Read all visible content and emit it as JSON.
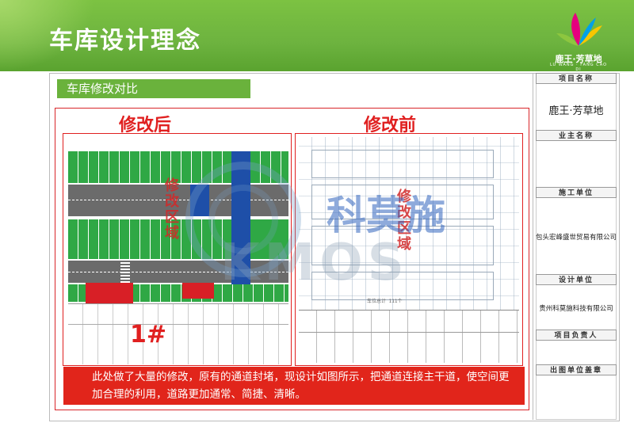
{
  "header": {
    "title": "车库设计理念"
  },
  "logo": {
    "name": "鹿王·芳草地",
    "sub": "LU WANG · FANG CAO DI"
  },
  "section": {
    "label": "车库修改对比"
  },
  "panels": {
    "after": {
      "title": "修改后",
      "area_label": "修改区域",
      "building_no": "1#"
    },
    "before": {
      "title": "修改前",
      "area_label": "修改区域",
      "summary_note": "车位总计 111个"
    }
  },
  "watermark": {
    "brand_cn": "科莫施",
    "brand_en": "KMOS"
  },
  "note": {
    "text": "此处做了大量的修改，原有的通道封堵，现设计如图所示，把通道连接主干道，使空间更加合理的利用，道路更加通常、简捷、清晰。"
  },
  "sidebar": {
    "project_name_label": "项目名称",
    "project_name": "鹿王·芳草地",
    "owner_label": "业主名称",
    "owner": "",
    "builder_label": "施工单位",
    "builder": "包头宏峰盛世贸易有限公司",
    "designer_label": "设计单位",
    "designer": "贵州科莫施科技有限公司",
    "lead_label": "项目负责人",
    "lead": "",
    "seal_label": "出图单位盖章"
  },
  "colors": {
    "header_green": "#6db33f",
    "stall_green": "#2fa845",
    "accent_red": "#e1251b",
    "lane_blue": "#1e4fa8"
  }
}
